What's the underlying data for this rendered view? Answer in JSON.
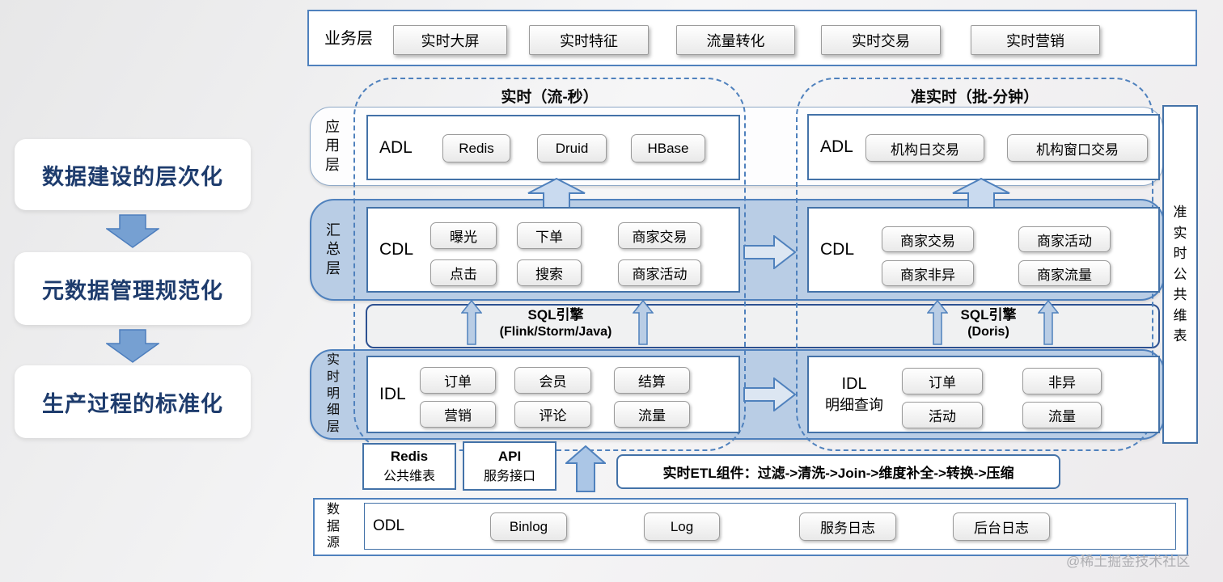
{
  "left_pillars": {
    "items": [
      "数据建设的层次化",
      "元数据管理规范化",
      "生产过程的标准化"
    ]
  },
  "business_layer": {
    "label": "业务层",
    "buttons": [
      "实时大屏",
      "实时特征",
      "流量转化",
      "实时交易",
      "实时营销"
    ]
  },
  "regions": {
    "realtime_label": "实时（流-秒）",
    "near_realtime_label": "准实时（批-分钟）"
  },
  "app_layer": {
    "label": "应用层",
    "left": {
      "title": "ADL",
      "buttons": [
        "Redis",
        "Druid",
        "HBase"
      ]
    },
    "right": {
      "title": "ADL",
      "buttons": [
        "机构日交易",
        "机构窗口交易"
      ]
    }
  },
  "agg_layer": {
    "label": "汇总层",
    "left": {
      "title": "CDL",
      "row1": [
        "曝光",
        "下单",
        "商家交易"
      ],
      "row2": [
        "点击",
        "搜索",
        "商家活动"
      ]
    },
    "right": {
      "title": "CDL",
      "row1": [
        "商家交易",
        "商家活动"
      ],
      "row2": [
        "商家非异",
        "商家流量"
      ]
    }
  },
  "sql_engine": {
    "left_line1": "SQL引擎",
    "left_line2": "(Flink/Storm/Java)",
    "right_line1": "SQL引擎",
    "right_line2": "(Doris)"
  },
  "detail_layer": {
    "label": "实时明细层",
    "left": {
      "title": "IDL",
      "row1": [
        "订单",
        "会员",
        "结算"
      ],
      "row2": [
        "营销",
        "评论",
        "流量"
      ]
    },
    "right": {
      "title_line1": "IDL",
      "title_line2": "明细查询",
      "row1": [
        "订单",
        "非异"
      ],
      "row2": [
        "活动",
        "流量"
      ]
    }
  },
  "support": {
    "redis_line1": "Redis",
    "redis_line2": "公共维表",
    "api_line1": "API",
    "api_line2": "服务接口",
    "etl_label": "实时ETL组件：过滤->清洗->Join->维度补全->转换->压缩"
  },
  "side_box": {
    "label": "准实时公共维表"
  },
  "datasource": {
    "label": "数据源",
    "title": "ODL",
    "buttons": [
      "Binlog",
      "Log",
      "服务日志",
      "后台日志"
    ]
  },
  "watermark": "@稀土掘金技术社区",
  "colors": {
    "accent_blue": "#4f81bd",
    "band_fill": "#b9cde5",
    "arrow_fill_dark": "#76a0d2",
    "arrow_fill_light": "#c9daef",
    "pillar_text": "#1e3c6d",
    "box_border": "#4372a8",
    "sql_border": "#2d5191"
  }
}
